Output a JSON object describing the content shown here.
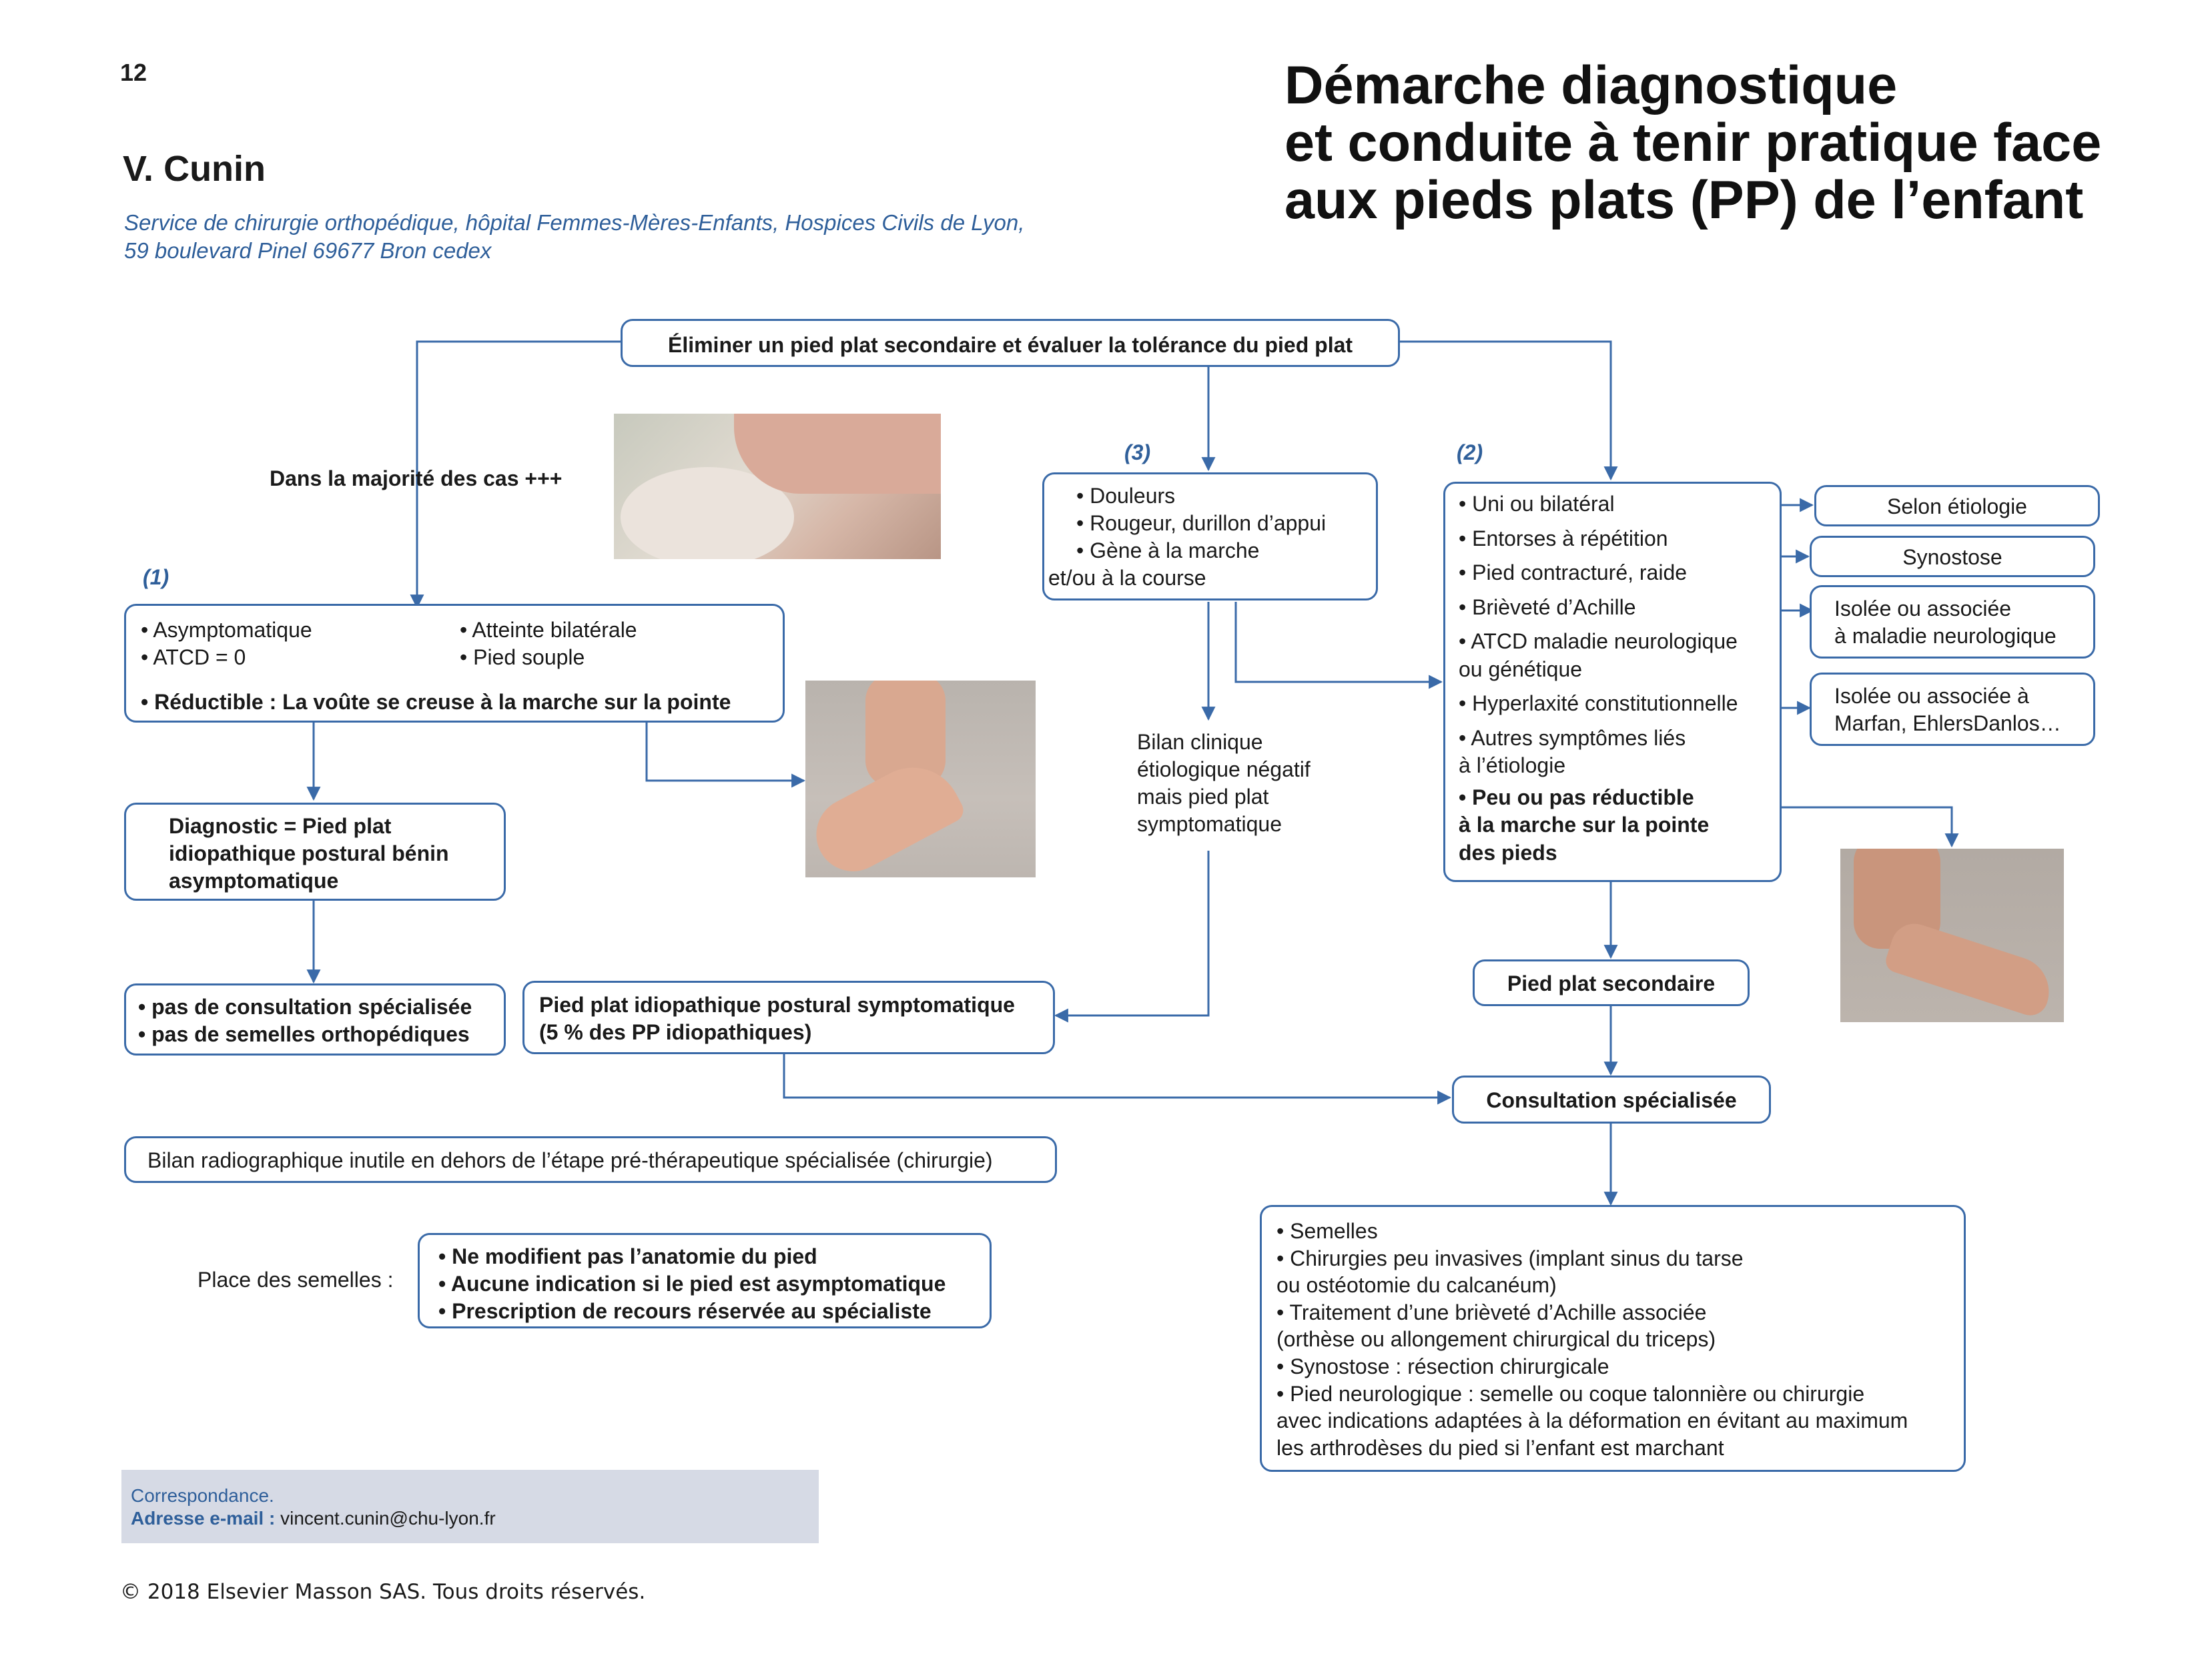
{
  "header": {
    "page_number": "12",
    "author": "V. Cunin",
    "affiliation_line1": "Service de chirurgie orthopédique, hôpital Femmes-Mères-Enfants, Hospices Civils de Lyon,",
    "affiliation_line2": "59 boulevard Pinel 69677 Bron cedex",
    "title_line1": "Démarche diagnostique",
    "title_line2": "et conduite à tenir pratique face",
    "title_line3": "aux pieds plats (PP) de l’enfant"
  },
  "flow": {
    "top_box": "Éliminer un pied plat secondaire et évaluer la tolérance du pied plat",
    "majority_label": "Dans la majorité des cas +++",
    "tag1": "(1)",
    "tag2": "(2)",
    "tag3": "(3)",
    "box1": {
      "a1": "• Asymptomatique",
      "a2": "• ATCD = 0",
      "b1": "• Atteinte bilatérale",
      "b2": "• Pied souple",
      "c": "• Réductible : La voûte se creuse à la marche sur la pointe"
    },
    "diagnostic": {
      "l1": "Diagnostic = Pied plat",
      "l2": "idiopathique postural bénin",
      "l3": "asymptomatique"
    },
    "no_consult": {
      "l1": "• pas de consultation spécialisée",
      "l2": "• pas de semelles orthopédiques"
    },
    "box3": {
      "l1": "• Douleurs",
      "l2": "• Rougeur, durillon d’appui",
      "l3": "• Gène à la marche",
      "l4": "et/ou à la course"
    },
    "bilan": {
      "l1": "Bilan clinique",
      "l2": "étiologique négatif",
      "l3": "mais pied plat",
      "l4": "symptomatique"
    },
    "symptomatic": {
      "l1": "Pied plat idiopathique postural symptomatique",
      "l2": "(5 % des PP idiopathiques)"
    },
    "box2": {
      "l1": "• Uni ou bilatéral",
      "l2": "• Entorses à répétition",
      "l3": "• Pied contracturé, raide",
      "l4": "• Brièveté d’Achille",
      "l5": "• ATCD maladie neurologique",
      "l6": "ou génétique",
      "l7": "• Hyperlaxité constitutionnelle",
      "l8": "• Autres symptômes liés",
      "l9": "à l’étiologie",
      "l10": "• Peu ou pas réductible",
      "l11": "à la marche sur la pointe",
      "l12": "des pieds"
    },
    "side": {
      "etiologie": "Selon étiologie",
      "synostose": "Synostose",
      "neuro_l1": "Isolée ou associée",
      "neuro_l2": "à maladie neurologique",
      "marfan_l1": "Isolée ou associée à",
      "marfan_l2": "Marfan, EhlersDanlos…"
    },
    "secondary": "Pied plat secondaire",
    "consultation": "Consultation spécialisée",
    "radio": "Bilan radiographique inutile en dehors de l’étape pré-thérapeutique spécialisée (chirurgie)",
    "semelles_label": "Place des semelles :",
    "semelles": {
      "l1": "• Ne modifient pas l’anatomie du pied",
      "l2": "• Aucune indication si le pied est asymptomatique",
      "l3": "• Prescription de recours réservée au spécialiste"
    },
    "treatment": {
      "l1": "• Semelles",
      "l2": "• Chirurgies peu invasives (implant sinus du tarse",
      "l3": "ou ostéotomie du calcanéum)",
      "l4": "• Traitement d’une brièveté d’Achille associée",
      "l5": "(orthèse ou allongement chirurgical du triceps)",
      "l6": "• Synostose : résection chirurgicale",
      "l7": "• Pied neurologique : semelle ou coque talonnière ou chirurgie",
      "l8": "avec indications adaptées à la déformation en évitant au maximum",
      "l9": "les arthrodèses du pied si l’enfant est marchant"
    }
  },
  "footer": {
    "corr_label": "Correspondance.",
    "email_label": "Adresse e-mail :",
    "email": "vincent.cunin@chu-lyon.fr",
    "copyright": "© 2018 Elsevier Masson SAS. Tous droits réservés."
  },
  "colors": {
    "accent": "#3a6aa8",
    "affiliation": "#2f5f9a",
    "corr_bg": "#d6dae5"
  }
}
